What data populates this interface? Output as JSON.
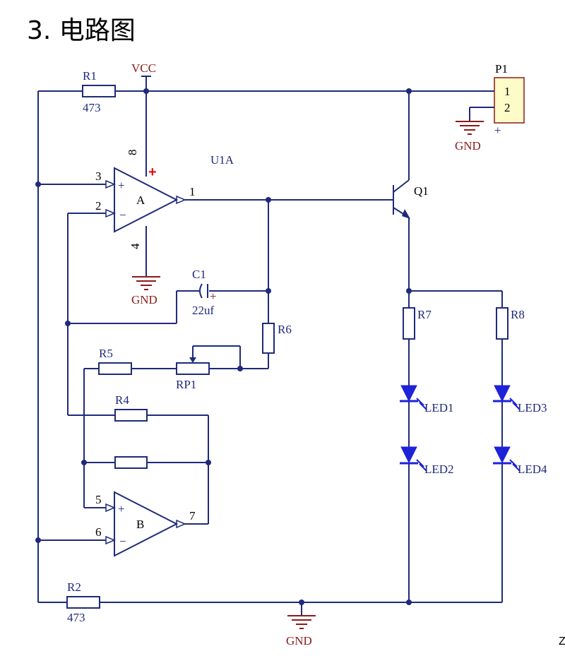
{
  "title": "3. 电路图",
  "stray_char": "Z",
  "labels": {
    "vcc": "VCC",
    "r1": "R1",
    "r1_val": "473",
    "r2": "R2",
    "r2_val": "473",
    "r4": "R4",
    "r5": "R5",
    "r6": "R6",
    "r7": "R7",
    "r8": "R8",
    "rp1": "RP1",
    "c1": "C1",
    "c1_val": "22uf",
    "u1a": "U1A",
    "q1": "Q1",
    "p1": "P1",
    "p1_pin1": "1",
    "p1_pin2": "2",
    "led1": "LED1",
    "led2": "LED2",
    "led3": "LED3",
    "led4": "LED4",
    "gnd1": "GND",
    "gnd2": "GND",
    "gnd3": "GND",
    "opamp_a": "A",
    "opamp_b": "B",
    "pin1": "1",
    "pin2": "2",
    "pin3": "3",
    "pin4": "4",
    "pin5": "5",
    "pin6": "6",
    "pin7": "7",
    "pin8": "8",
    "plus": "+",
    "minus": "−",
    "cap_plus": "+",
    "p1_plus": "+"
  }
}
